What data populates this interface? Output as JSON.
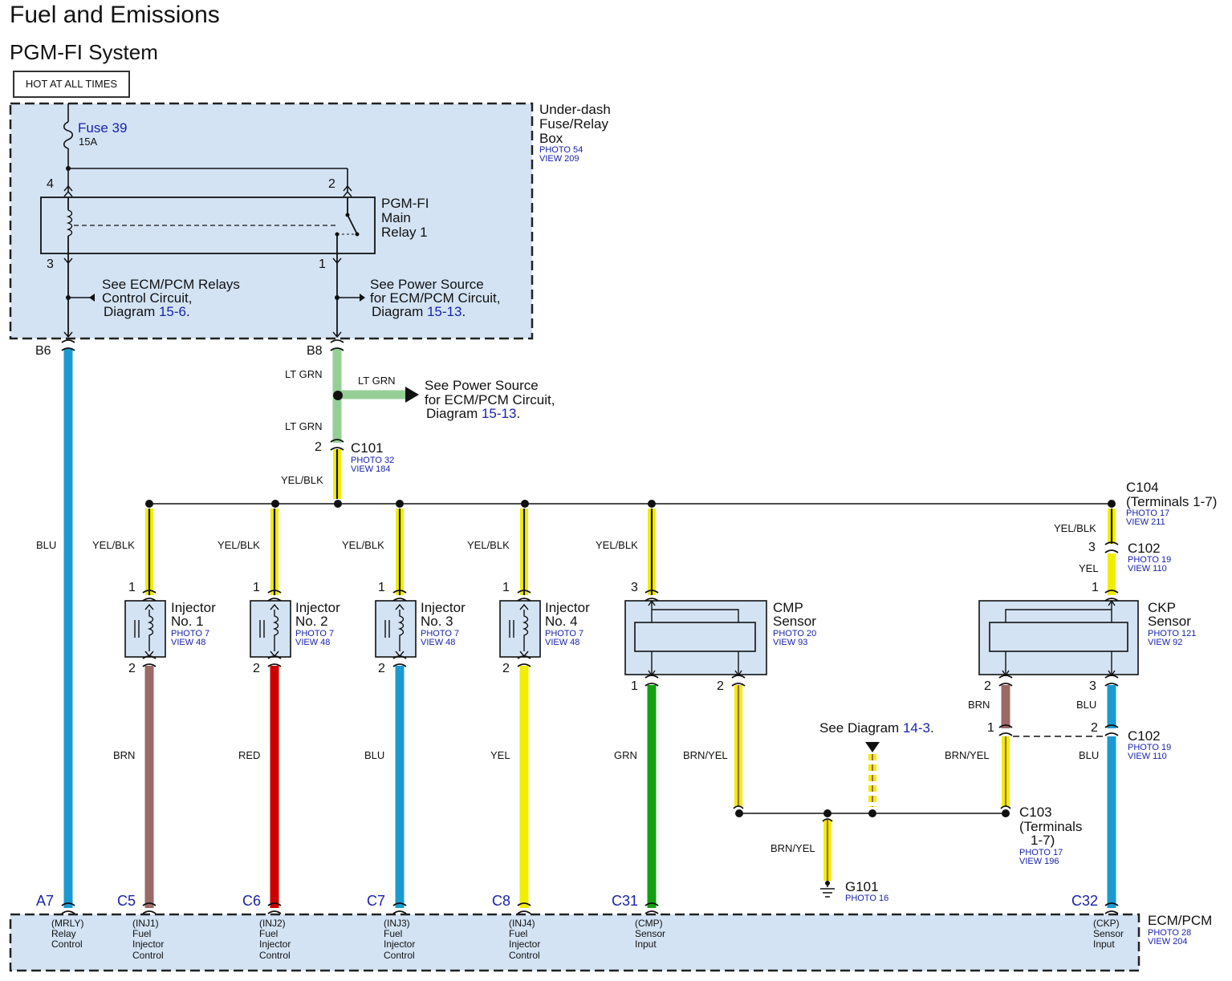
{
  "title": "Fuel and Emissions",
  "subtitle": "PGM-FI System",
  "hot_label": "HOT AT ALL TIMES",
  "fusebox": {
    "name_lines": [
      "Under-dash",
      "Fuse/Relay",
      "Box"
    ],
    "photo": "PHOTO 54",
    "view": "VIEW 209"
  },
  "fuse": {
    "name": "Fuse 39",
    "rating": "15A"
  },
  "relay": {
    "lines": [
      "PGM-FI",
      "Main",
      "Relay 1"
    ],
    "pins": {
      "p4": "4",
      "p2": "2",
      "p3": "3",
      "p1": "1"
    }
  },
  "notes": {
    "relays_ctrl": {
      "line1": "See ECM/PCM Relays",
      "line2": "Control Circuit,",
      "prefix": "Diagram ",
      "ref": "15-6",
      "suffix": "."
    },
    "power_src_a": {
      "line1": "See Power Source",
      "line2": "for ECM/PCM Circuit,",
      "prefix": "Diagram ",
      "ref": "15-13",
      "suffix": "."
    },
    "power_src_b": {
      "line1": "See Power Source",
      "line2": "for ECM/PCM Circuit,",
      "prefix": "Diagram ",
      "ref": "15-13",
      "suffix": "."
    },
    "diag_14_3": {
      "prefix": "See Diagram ",
      "ref": "14-3",
      "suffix": "."
    }
  },
  "connectors": {
    "b6": "B6",
    "b8": "B8",
    "c101": {
      "name": "C101",
      "pin": "2",
      "photo": "PHOTO 32",
      "view": "VIEW 184"
    },
    "c104": {
      "name": "C104",
      "sub": "(Terminals 1-7)",
      "photo": "PHOTO 17",
      "view": "VIEW 211"
    },
    "c102a": {
      "name": "C102",
      "pin": "3",
      "photo": "PHOTO 19",
      "view": "VIEW 110"
    },
    "c102b": {
      "name": "C102",
      "pin_left": "1",
      "pin_right": "2",
      "photo": "PHOTO 19",
      "view": "VIEW 110"
    },
    "c103": {
      "name": "C103",
      "sub1": "(Terminals",
      "sub2": "1-7)",
      "photo": "PHOTO 17",
      "view": "VIEW 196"
    },
    "g101": {
      "name": "G101",
      "photo": "PHOTO 16"
    }
  },
  "wire_colors": {
    "blu_a7": "BLU",
    "ltgrn_1": "LT GRN",
    "ltgrn_branch": "LT GRN",
    "ltgrn_2": "LT GRN",
    "yelblk_c101": "YEL/BLK",
    "yelblk_inj1": "YEL/BLK",
    "yelblk_inj2": "YEL/BLK",
    "yelblk_inj3": "YEL/BLK",
    "yelblk_inj4": "YEL/BLK",
    "yelblk_cmp": "YEL/BLK",
    "yelblk_ckp": "YEL/BLK",
    "yel_ckp": "YEL",
    "brn_c5": "BRN",
    "red_c6": "RED",
    "blu_c7": "BLU",
    "yel_c8": "YEL",
    "grn_c31": "GRN",
    "brnyel_cmp": "BRN/YEL",
    "brnyel_g101": "BRN/YEL",
    "brn_ckp": "BRN",
    "brnyel_ckp": "BRN/YEL",
    "blu_ckp": "BLU",
    "blu_c32": "BLU"
  },
  "injectors": [
    {
      "name": "Injector",
      "no": "No. 1",
      "photo": "PHOTO 7",
      "view": "VIEW 48",
      "pin_top": "1",
      "pin_bot": "2"
    },
    {
      "name": "Injector",
      "no": "No. 2",
      "photo": "PHOTO 7",
      "view": "VIEW 48",
      "pin_top": "1",
      "pin_bot": "2"
    },
    {
      "name": "Injector",
      "no": "No. 3",
      "photo": "PHOTO 7",
      "view": "VIEW 48",
      "pin_top": "1",
      "pin_bot": "2"
    },
    {
      "name": "Injector",
      "no": "No. 4",
      "photo": "PHOTO 7",
      "view": "VIEW 48",
      "pin_top": "1",
      "pin_bot": "2"
    }
  ],
  "cmp_sensor": {
    "name": "CMP",
    "sub": "Sensor",
    "photo": "PHOTO 20",
    "view": "VIEW 93",
    "pin_top": "3",
    "pin_1": "1",
    "pin_2": "2"
  },
  "ckp_sensor": {
    "name": "CKP",
    "sub": "Sensor",
    "photo": "PHOTO 121",
    "view": "VIEW 92",
    "pin_top": "1",
    "pin_2": "2",
    "pin_3": "3"
  },
  "ecm": {
    "name": "ECM/PCM",
    "photo": "PHOTO 28",
    "view": "VIEW 204",
    "terminals": [
      {
        "id": "A7",
        "code": "(MRLY)",
        "l1": "Relay",
        "l2": "Control",
        "l3": ""
      },
      {
        "id": "C5",
        "code": "(INJ1)",
        "l1": "Fuel",
        "l2": "Injector",
        "l3": "Control"
      },
      {
        "id": "C6",
        "code": "(INJ2)",
        "l1": "Fuel",
        "l2": "Injector",
        "l3": "Control"
      },
      {
        "id": "C7",
        "code": "(INJ3)",
        "l1": "Fuel",
        "l2": "Injector",
        "l3": "Control"
      },
      {
        "id": "C8",
        "code": "(INJ4)",
        "l1": "Fuel",
        "l2": "Injector",
        "l3": "Control"
      },
      {
        "id": "C31",
        "code": "(CMP)",
        "l1": "Sensor",
        "l2": "Input",
        "l3": ""
      },
      {
        "id": "C32",
        "code": "(CKP)",
        "l1": "Sensor",
        "l2": "Input",
        "l3": ""
      }
    ]
  },
  "colors": {
    "panel": "#d3e3f4",
    "blu": "#1b9ad1",
    "ltgrn": "#96cf96",
    "yel": "#f2ee00",
    "blk": "#111111",
    "brn": "#9b6a66",
    "red": "#cc0000",
    "grn": "#12a012",
    "link": "#1a22aa"
  }
}
